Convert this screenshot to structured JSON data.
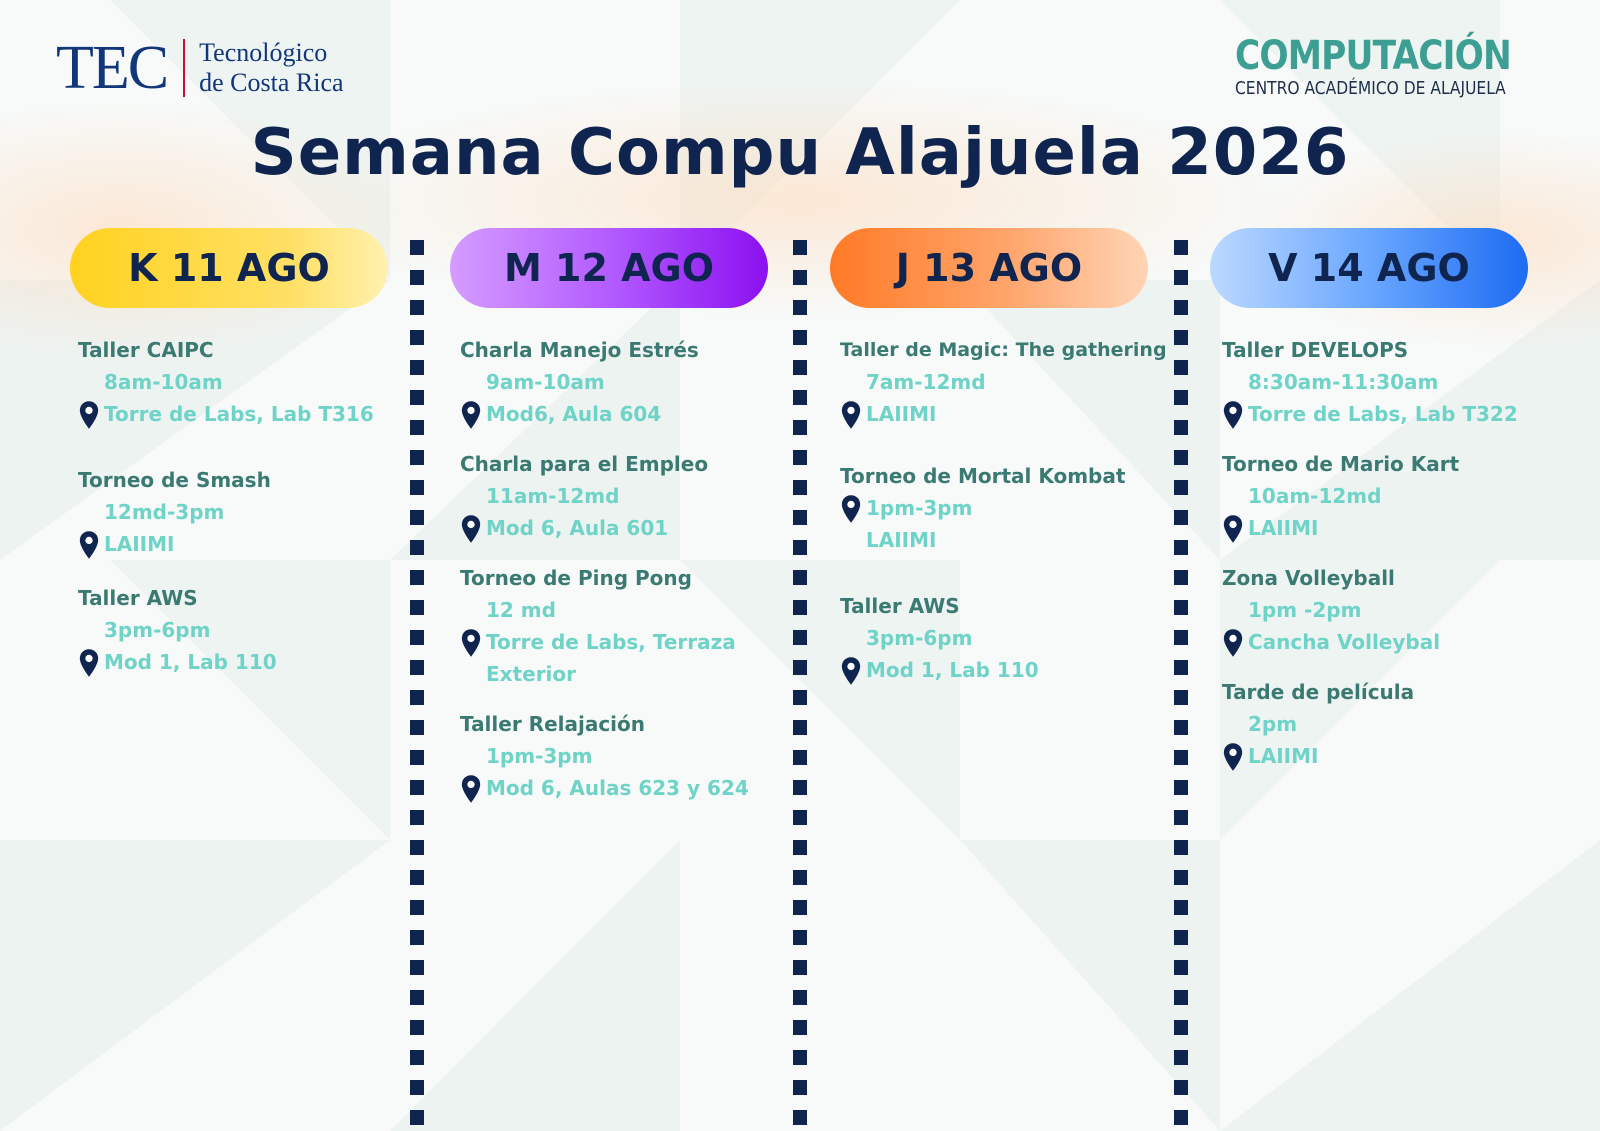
{
  "header": {
    "tec_mark": "TEC",
    "tec_line1": "Tecnológico",
    "tec_line2": "de Costa Rica",
    "comp_title": "COMPUTACIÓN",
    "comp_sub": "CENTRO ACADÉMICO DE ALAJUELA",
    "title": "Semana Compu Alajuela 2026"
  },
  "colors": {
    "navy": "#0f2550",
    "teal_title": "#3b7a72",
    "teal_detail": "#6fd3c8",
    "pill_k": "#ffd21f",
    "pill_m": "#9b2cf5",
    "pill_j": "#ff7d2e",
    "pill_v": "#1d72f2"
  },
  "icons": {
    "location": "map-pin-icon"
  },
  "days": [
    {
      "label": "K 11 AGO",
      "events": [
        {
          "title": "Taller CAIPC",
          "time": "8am-10am",
          "location": [
            "Torre de Labs, Lab T316"
          ]
        },
        {
          "title": "Torneo de Smash",
          "time": "12md-3pm",
          "location": [
            "LAIIMI"
          ]
        },
        {
          "title": "Taller AWS",
          "time": "3pm-6pm",
          "location": [
            "Mod 1, Lab 110"
          ]
        }
      ]
    },
    {
      "label": "M 12 AGO",
      "events": [
        {
          "title": "Charla Manejo Estrés",
          "time": "9am-10am",
          "location": [
            "Mod6, Aula 604"
          ]
        },
        {
          "title": "Charla para el Empleo",
          "time": "11am-12md",
          "location": [
            "Mod 6, Aula 601"
          ]
        },
        {
          "title": "Torneo de Ping Pong",
          "time": "12 md",
          "location": [
            "Torre de Labs, Terraza",
            "Exterior"
          ]
        },
        {
          "title": "Taller Relajación",
          "time": "1pm-3pm",
          "location": [
            "Mod 6, Aulas 623 y 624"
          ]
        }
      ]
    },
    {
      "label": "J 13 AGO",
      "events": [
        {
          "title": "Taller de Magic: The gathering",
          "time": "7am-12md",
          "location": [
            "LAIIMI"
          ]
        },
        {
          "title": "Torneo de Mortal Kombat",
          "time": "1pm-3pm",
          "location": [
            "LAIIMI"
          ]
        },
        {
          "title": "Taller AWS",
          "time": "3pm-6pm",
          "location": [
            "Mod 1, Lab 110"
          ]
        }
      ]
    },
    {
      "label": "V 14 AGO",
      "events": [
        {
          "title": "Taller DEVELOPS",
          "time": "8:30am-11:30am",
          "location": [
            "Torre de Labs, Lab T322"
          ]
        },
        {
          "title": "Torneo de Mario Kart",
          "time": "10am-12md",
          "location": [
            "LAIIMI"
          ]
        },
        {
          "title": "Zona Volleyball",
          "time": "1pm -2pm",
          "location": [
            "Cancha Volleybal"
          ]
        },
        {
          "title": "Tarde de película",
          "time": "2pm",
          "location": [
            "LAIIMI"
          ]
        }
      ]
    }
  ]
}
